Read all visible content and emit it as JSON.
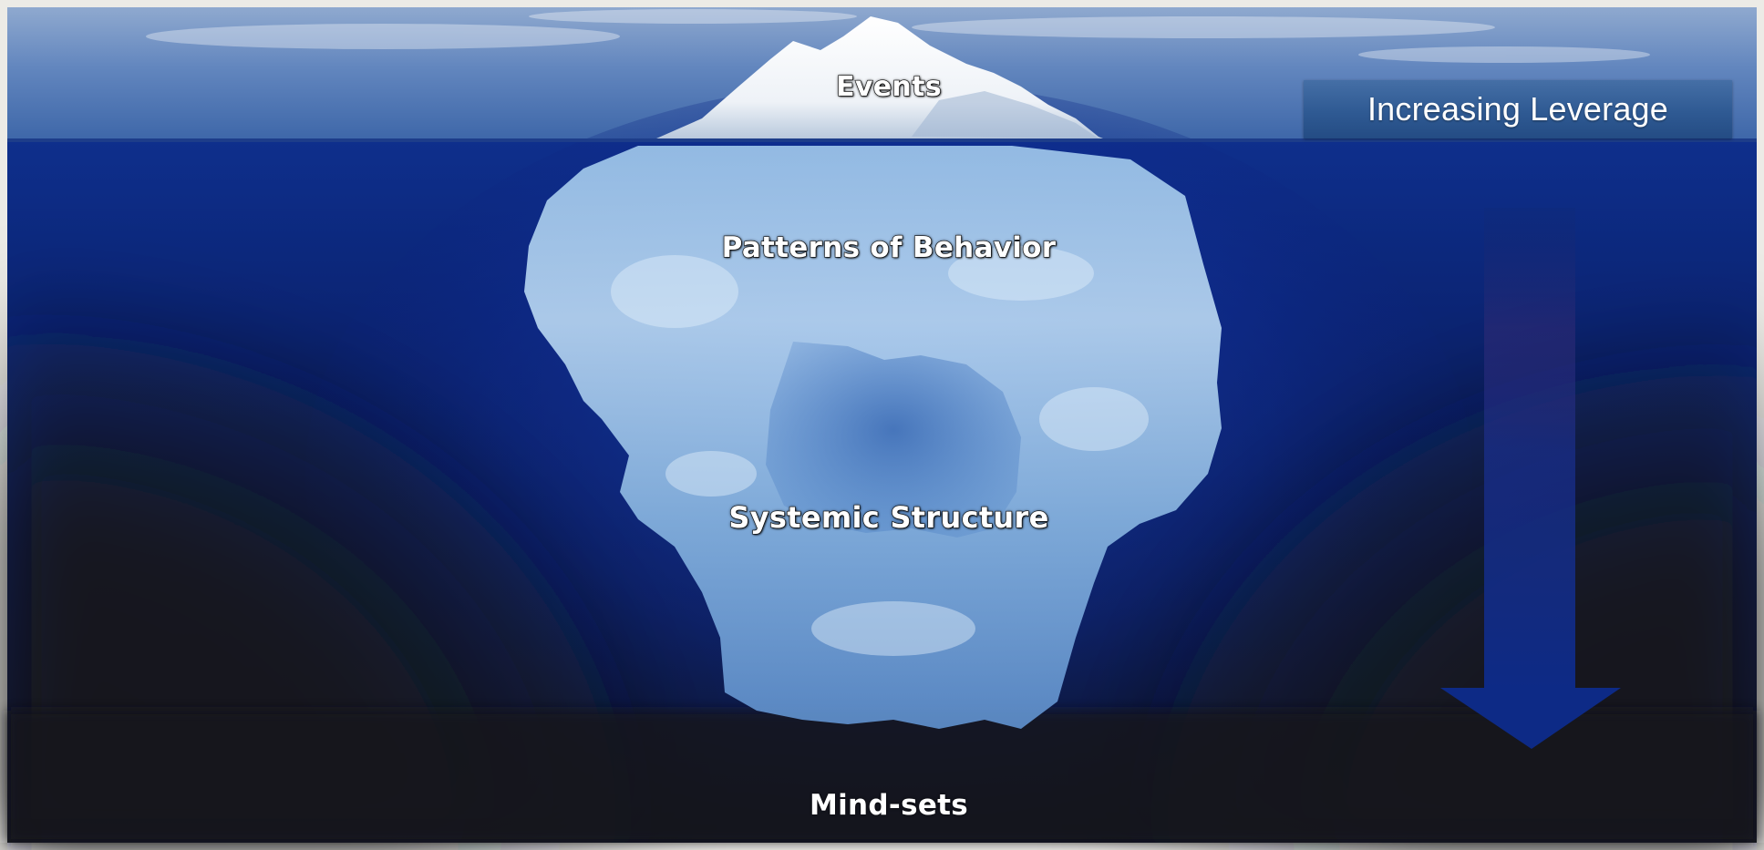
{
  "diagram": {
    "iceberg_levels": [
      {
        "label": "Events"
      },
      {
        "label": "Patterns of Behavior"
      },
      {
        "label": "Systemic Structure"
      },
      {
        "label": "Mind-sets"
      }
    ],
    "leverage_label": "Increasing Leverage",
    "colors": {
      "sky": "#5f86bd",
      "deep_water": "#0a1e6e",
      "abyss": "#15181d",
      "ice": "#b9d7f2",
      "arrow": "#0d2a86",
      "leverage_box": "#2f5a93",
      "border": "#ecebe6"
    }
  }
}
